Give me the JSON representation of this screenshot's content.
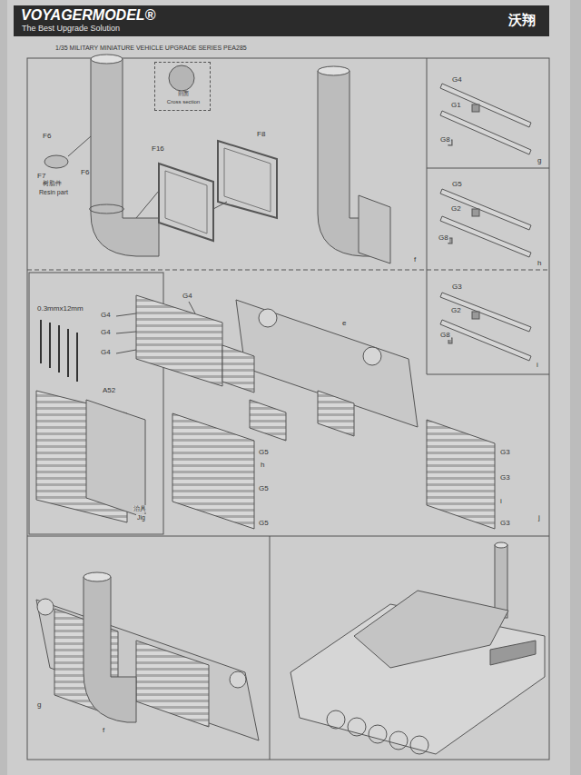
{
  "diagram": {
    "nodes": [
      {
        "text": [
          "VOYAGERMODEL®",
          "The Best Upgrade Solution",
          "沃翔"
        ]
      },
      {
        "text": [
          "剖面",
          "Cross section"
        ]
      }
    ],
    "labels": [
      "1/35 MILITARY MINIATURE VEHICLE UPGRADE SERIES PEA285",
      "F6",
      "F7",
      "F6",
      "树脂件",
      "Resin part",
      "F16",
      "F8",
      "G4",
      "G1",
      "G8",
      "g",
      "G5",
      "G2",
      "G8",
      "h",
      "f",
      "G3",
      "G2",
      "G8",
      "i",
      "0.3mmx12mm",
      "G4",
      "G4",
      "G4",
      "G4",
      "A52",
      "治具",
      "Jig",
      "e",
      "G5",
      "h",
      "G5",
      "G5",
      "G3",
      "G3",
      "i",
      "G3",
      "j",
      "g",
      "f"
    ]
  }
}
